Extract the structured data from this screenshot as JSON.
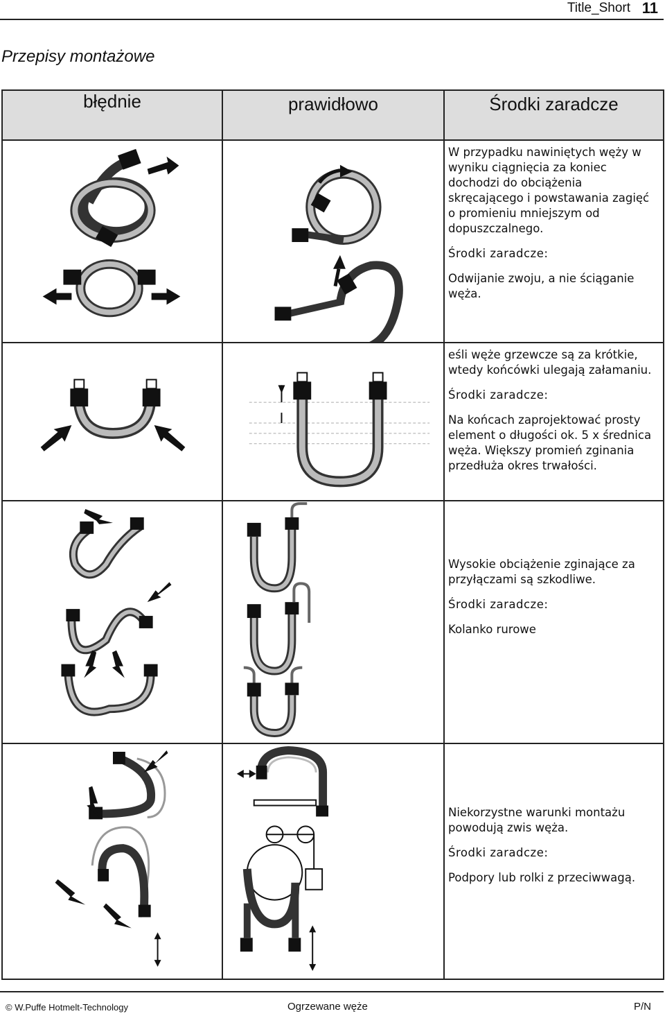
{
  "header": {
    "title": "Title_Short",
    "page_number": "11"
  },
  "page_heading": "Przepisy montażowe",
  "table": {
    "col_wrong": "błędnie",
    "col_right": "prawidłowo",
    "col_remedy": "Środki zaradcze",
    "rows": [
      {
        "problem": "W przypadku nawiniętych węży w wyniku ciągnięcia za koniec dochodzi do obciążenia skręcającego i powstawania zagięć o promieniu mniejszym od dopuszczalnego.",
        "remedy_label": "Środki zaradcze:",
        "remedy": "Odwijanie zwoju, a nie ściąganie węża."
      },
      {
        "problem": "eśli węże grzewcze są za krótkie, wtedy końcówki ulegają załamaniu.",
        "remedy_label": "Środki zaradcze:",
        "remedy": "Na końcach zaprojektować prosty element o długości ok. 5 x średnica węża. Większy promień zginania przedłuża okres trwałości."
      },
      {
        "problem": "Wysokie obciążenie zginające za przyłączami są szkodliwe.",
        "remedy_label": "Środki zaradcze:",
        "remedy": "Kolanko rurowe"
      },
      {
        "problem": "Niekorzystne warunki montażu powodują zwis węża.",
        "remedy_label": "Środki zaradcze:",
        "remedy": "Podpory lub rolki z przeciwwagą."
      }
    ]
  },
  "footer": {
    "left": "© W.Puffe Hotmelt-Technology",
    "center": "Ogrzewane węże",
    "right": "P/N"
  }
}
